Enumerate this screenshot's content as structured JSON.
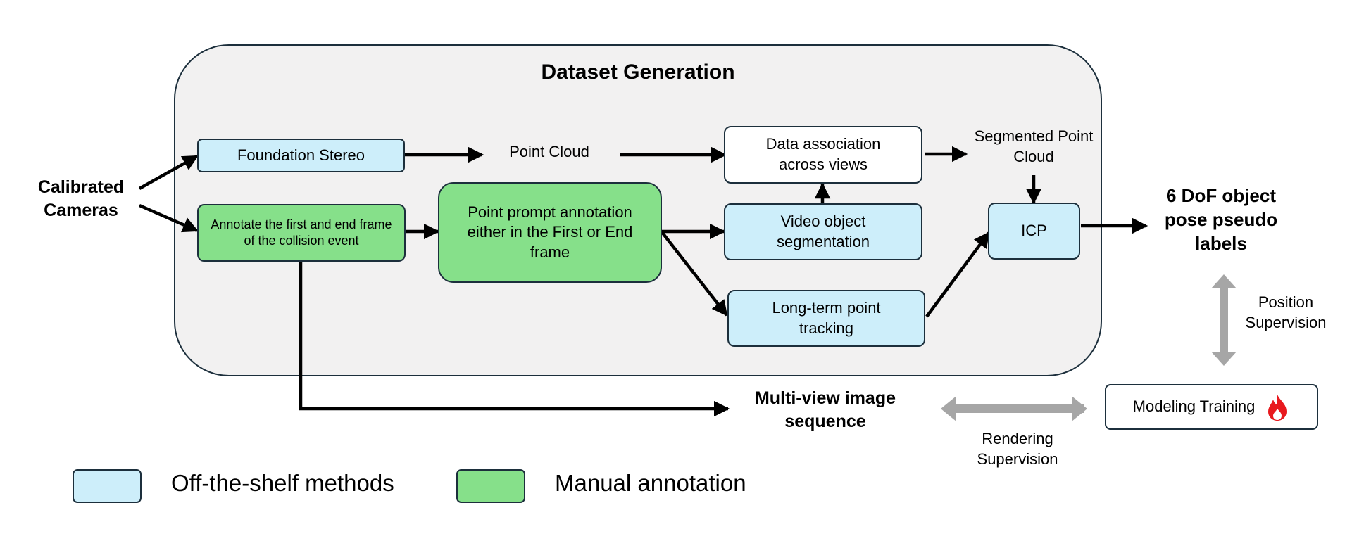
{
  "title": "Dataset Generation",
  "inputs": {
    "cameras": "Calibrated Cameras"
  },
  "nodes": {
    "foundation_stereo": "Foundation Stereo",
    "annotate_frames": "Annotate the first and end frame of the collision event",
    "point_prompt": "Point prompt annotation either in the First or End frame",
    "point_cloud": "Point Cloud",
    "data_association": "Data association across views",
    "video_segmentation": "Video object segmentation",
    "long_term_tracking": "Long-term point tracking",
    "segmented_point_cloud": "Segmented Point Cloud",
    "icp": "ICP"
  },
  "outputs": {
    "pose_labels": "6 DoF object pose pseudo labels",
    "multiview": "Multi-view image sequence",
    "model_training": "Modeling Training"
  },
  "supervision": {
    "position": "Position Supervision",
    "rendering": "Rendering Supervision"
  },
  "legend": {
    "off_the_shelf": "Off-the-shelf methods",
    "manual": "Manual annotation"
  },
  "colors": {
    "off_the_shelf": "#cdeefa",
    "manual": "#86e08a",
    "border": "#1c2f3c",
    "supervision_arrow": "#a6a6a6",
    "flame": "#e8191e"
  },
  "icons": {
    "training": "flame-icon"
  }
}
